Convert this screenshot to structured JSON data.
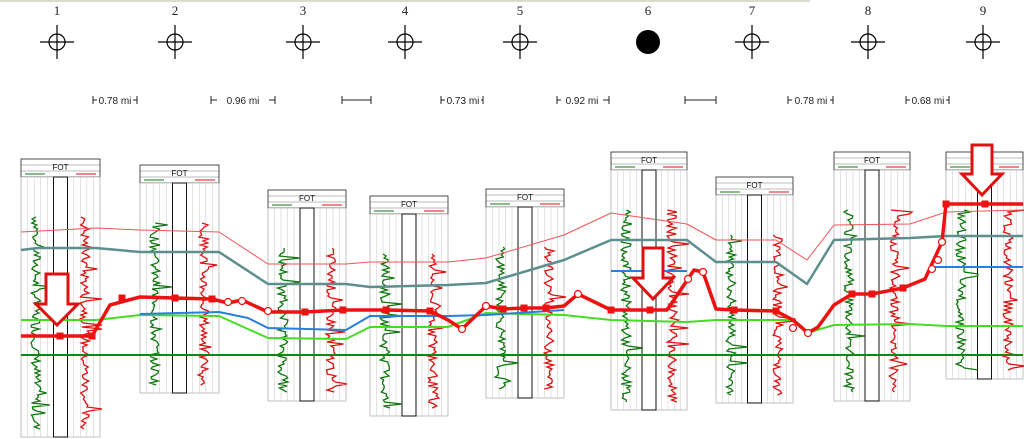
{
  "wells": [
    {
      "label": "1",
      "symbol": "oil-well-symbol"
    },
    {
      "label": "2",
      "symbol": "oil-well-symbol"
    },
    {
      "label": "3",
      "symbol": "oil-well-symbol"
    },
    {
      "label": "4",
      "symbol": "oil-well-symbol"
    },
    {
      "label": "5",
      "symbol": "oil-well-symbol"
    },
    {
      "label": "6",
      "symbol": "filled-well-symbol"
    },
    {
      "label": "7",
      "symbol": "oil-well-symbol"
    },
    {
      "label": "8",
      "symbol": "oil-well-symbol"
    },
    {
      "label": "9",
      "symbol": "oil-well-symbol"
    }
  ],
  "distances": [
    "0.78 mi",
    "0.96 mi",
    "",
    "0.73 mi",
    "0.92 mi",
    "",
    "0.78 mi",
    "0.68 mi"
  ],
  "track_header_text": "FOT",
  "colors": {
    "red": "#ee1111",
    "thin_red": "#ee5555",
    "teal": "#5e8f8f",
    "blue": "#2a7fdd",
    "light_green": "#44dd22",
    "dark_green": "#118811",
    "log_green": "#117711",
    "log_red": "#dd1111",
    "grid": "#b8b8b8"
  }
}
